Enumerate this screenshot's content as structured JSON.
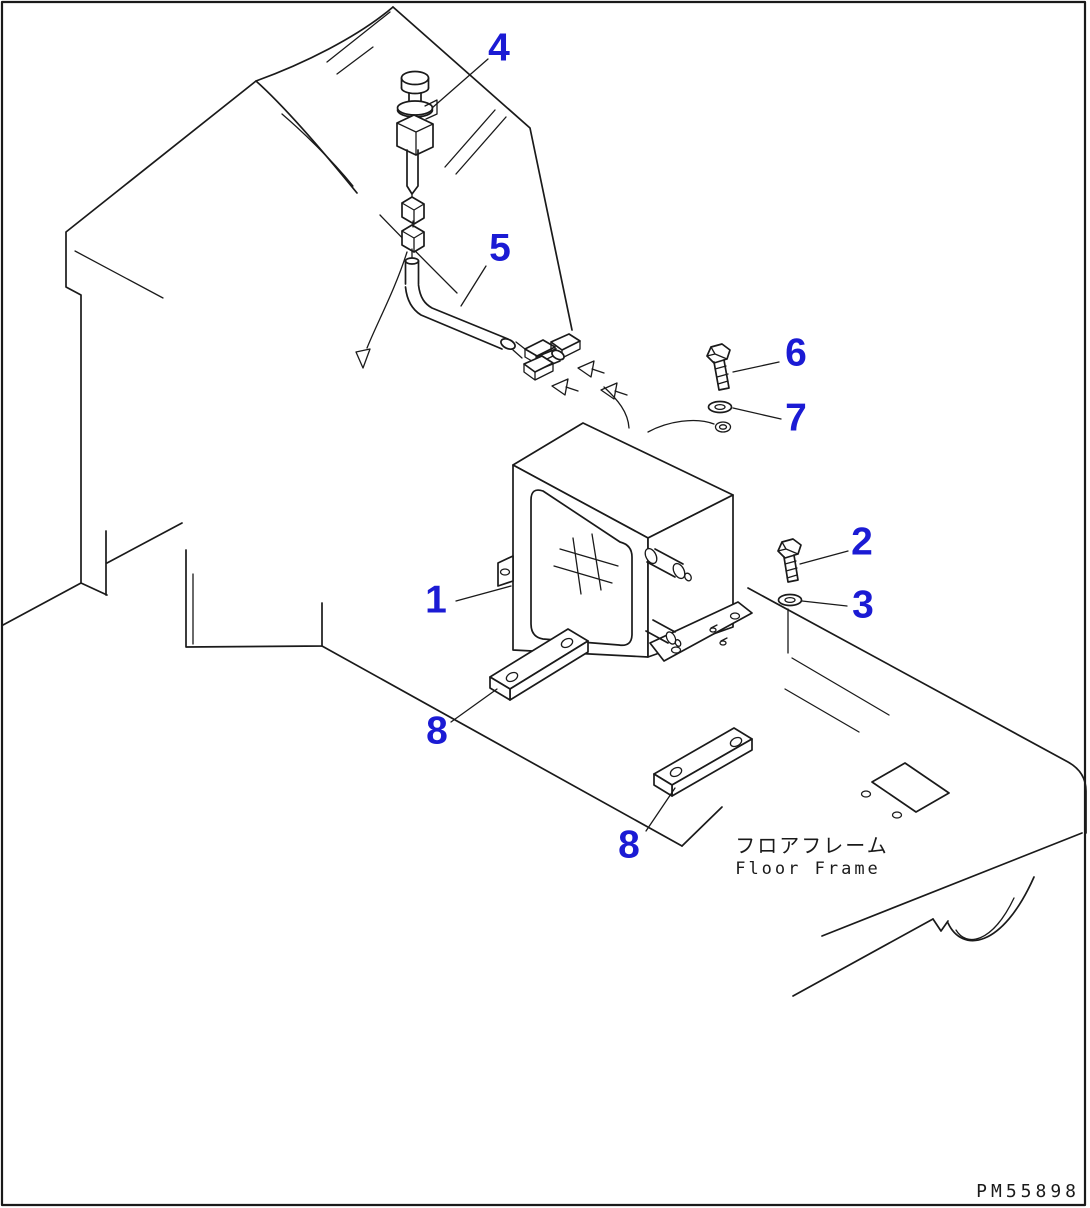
{
  "page": {
    "background": "#ffffff",
    "line_color": "#1a1a1a",
    "callout_color": "#1b1bd4",
    "code": "PM55898"
  },
  "diagram": {
    "caption_jp": "フロアフレーム",
    "caption_en": "Floor Frame",
    "callouts": [
      {
        "label": "4"
      },
      {
        "label": "5"
      },
      {
        "label": "6"
      },
      {
        "label": "7"
      },
      {
        "label": "2"
      },
      {
        "label": "3"
      },
      {
        "label": "1"
      },
      {
        "label": "8"
      },
      {
        "label": "8"
      }
    ]
  }
}
